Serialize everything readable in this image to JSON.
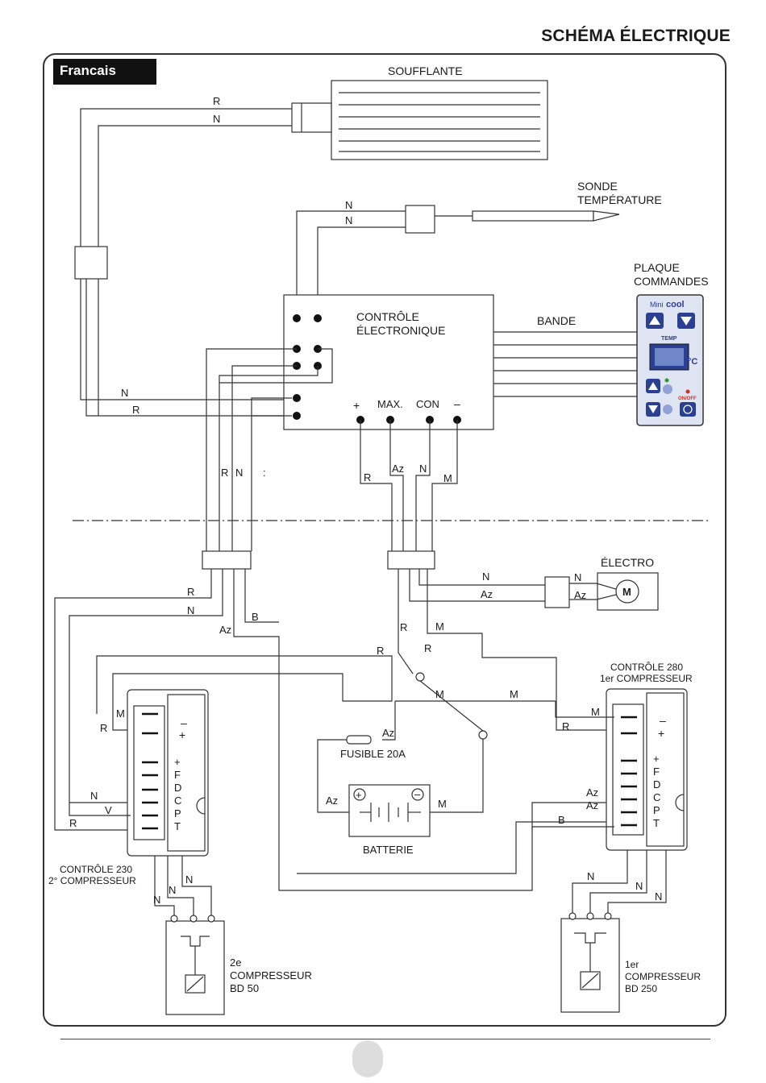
{
  "title": "SCHÉMA ÉLECTRIQUE",
  "language_tab": "Francais",
  "components": {
    "soufflante": "SOUFFLANTE",
    "sonde_line1": "SONDE",
    "sonde_line2": "TEMPÉRATURE",
    "plaque_line1": "PLAQUE",
    "plaque_line2": "COMMANDES",
    "controle_line1": "CONTRÔLE",
    "controle_line2": "ÉLECTRONIQUE",
    "bande": "BANDE",
    "terminal_plus": "+",
    "terminal_max": "MAX.",
    "terminal_con": "CON",
    "terminal_minus": "–",
    "electro": "ÉLECTRO",
    "motor": "M",
    "fusible": "FUSIBLE 20A",
    "batterie": "BATTERIE",
    "ctrl280_line1": "CONTRÔLE 280",
    "ctrl280_line2": "1er COMPRESSEUR",
    "ctrl230_line1": "CONTRÔLE 230",
    "ctrl230_line2": "2° COMPRESSEUR",
    "comp2_line1": "2e",
    "comp2_line2": "COMPRESSEUR",
    "comp2_line3": "BD 50",
    "comp1_line1": "1er",
    "comp1_line2": "COMPRESSEUR",
    "comp1_line3": "BD 250"
  },
  "control_module": {
    "pin_minus": "–",
    "pin_plus": "+",
    "pins": [
      "+",
      "F",
      "D",
      "C",
      "P",
      "T"
    ]
  },
  "control_panel": {
    "brand_small": "Mini",
    "brand_large": "cool",
    "temp_label": "TEMP",
    "unit": "°C",
    "onoff_label": "ON/OFF"
  },
  "wire_labels": {
    "blower_r": "R",
    "blower_n": "N",
    "sensor_n1": "N",
    "sensor_n2": "N",
    "left_n": "N",
    "left_r": "R",
    "bundle_r": "R",
    "bundle_n": "N",
    "bundle_colon": ":",
    "term_r": "R",
    "term_az": "Az",
    "term_n": "N",
    "term_m": "M",
    "electro_n": "N",
    "electro_az": "Az",
    "electro_n_in": "N",
    "electro_az_in": "Az",
    "lower_r": "R",
    "lower_n": "N",
    "lower_az": "Az",
    "lower_b": "B",
    "mid_r1": "R",
    "mid_m1": "M",
    "mid_r2": "R",
    "mid_r3": "R",
    "mid_m2": "M",
    "mid_m3": "M",
    "fuse_az": "Az",
    "batt_az": "Az",
    "batt_m": "M",
    "c230_m": "M",
    "c230_r": "R",
    "c230_n": "N",
    "c230_v": "V",
    "c230_r2": "R",
    "c280_m": "M",
    "c280_r": "R",
    "c280_az1": "Az",
    "c280_az2": "Az",
    "c280_b": "B",
    "comp2_n1": "N",
    "comp2_n2": "N",
    "comp2_n3": "N",
    "comp1_n1": "N",
    "comp1_n2": "N",
    "comp1_n3": "N"
  },
  "colors": {
    "frame": "#333333",
    "panel_blue": "#2b3f93",
    "panel_bg": "#dfe4f3",
    "tab_bg": "#111111"
  }
}
